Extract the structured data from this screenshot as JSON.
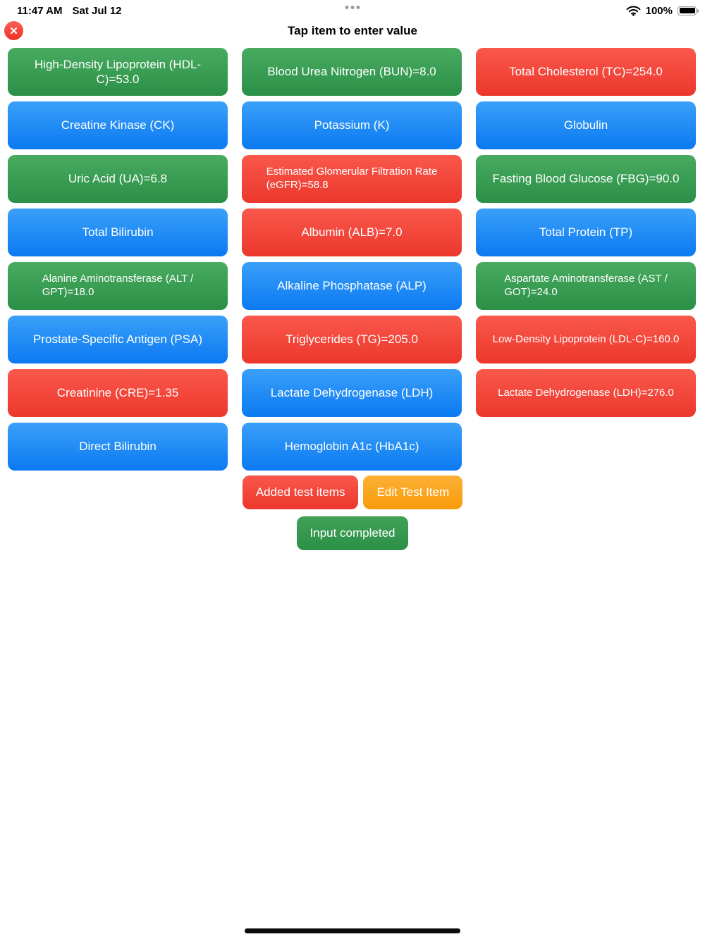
{
  "status_bar": {
    "time": "11:47 AM",
    "date": "Sat Jul 12",
    "battery_percent": "100%"
  },
  "header": {
    "title": "Tap item to enter value",
    "close_glyph": "✕"
  },
  "colors": {
    "green_top": "#48ab60",
    "green_bottom": "#2b8f47",
    "blue_top": "#3aa0f8",
    "blue_bottom": "#0b79f2",
    "red_top": "#fa584c",
    "red_bottom": "#ec372c",
    "orange_top": "#fcb135",
    "orange_bottom": "#f89b0b"
  },
  "grid": {
    "items": [
      {
        "label": "High-Density Lipoprotein (HDL-C)=53.0",
        "color": "green",
        "align": "center",
        "size": "normal"
      },
      {
        "label": "Blood Urea Nitrogen (BUN)=8.0",
        "color": "green",
        "align": "center",
        "size": "normal"
      },
      {
        "label": "Total Cholesterol (TC)=254.0",
        "color": "red",
        "align": "center",
        "size": "normal"
      },
      {
        "label": "Creatine Kinase (CK)",
        "color": "blue",
        "align": "center",
        "size": "normal"
      },
      {
        "label": "Potassium (K)",
        "color": "blue",
        "align": "center",
        "size": "normal"
      },
      {
        "label": "Globulin",
        "color": "blue",
        "align": "center",
        "size": "normal"
      },
      {
        "label": "Uric Acid (UA)=6.8",
        "color": "green",
        "align": "center",
        "size": "normal"
      },
      {
        "label": "Estimated Glomerular Filtration Rate\n(eGFR)=58.8",
        "color": "red",
        "align": "left",
        "size": "small"
      },
      {
        "label": "Fasting Blood Glucose (FBG)=90.0",
        "color": "green",
        "align": "center",
        "size": "normal"
      },
      {
        "label": "Total Bilirubin",
        "color": "blue",
        "align": "center",
        "size": "normal"
      },
      {
        "label": "Albumin (ALB)=7.0",
        "color": "red",
        "align": "center",
        "size": "normal"
      },
      {
        "label": "Total Protein (TP)",
        "color": "blue",
        "align": "center",
        "size": "normal"
      },
      {
        "label": "Alanine Aminotransferase (ALT /\nGPT)=18.0",
        "color": "green",
        "align": "left",
        "size": "small"
      },
      {
        "label": "Alkaline Phosphatase (ALP)",
        "color": "blue",
        "align": "center",
        "size": "normal"
      },
      {
        "label": "Aspartate Aminotransferase (AST /\nGOT)=24.0",
        "color": "green",
        "align": "left",
        "size": "small"
      },
      {
        "label": "Prostate-Specific Antigen (PSA)",
        "color": "blue",
        "align": "center",
        "size": "normal"
      },
      {
        "label": "Triglycerides (TG)=205.0",
        "color": "red",
        "align": "center",
        "size": "normal"
      },
      {
        "label": "Low-Density Lipoprotein (LDL-C)=160.0",
        "color": "red",
        "align": "center",
        "size": "small"
      },
      {
        "label": "Creatinine (CRE)=1.35",
        "color": "red",
        "align": "center",
        "size": "normal"
      },
      {
        "label": "Lactate Dehydrogenase (LDH)",
        "color": "blue",
        "align": "center",
        "size": "normal"
      },
      {
        "label": "Lactate Dehydrogenase (LDH)=276.0",
        "color": "red",
        "align": "center",
        "size": "small"
      },
      {
        "label": "Direct Bilirubin",
        "color": "blue",
        "align": "center",
        "size": "normal"
      },
      {
        "label": "Hemoglobin A1c (HbA1c)",
        "color": "blue",
        "align": "center",
        "size": "normal"
      }
    ]
  },
  "actions": {
    "added": {
      "label": "Added test items",
      "color": "red"
    },
    "edit": {
      "label": "Edit Test Item",
      "color": "orange"
    },
    "done": {
      "label": "Input completed",
      "color": "green"
    }
  }
}
